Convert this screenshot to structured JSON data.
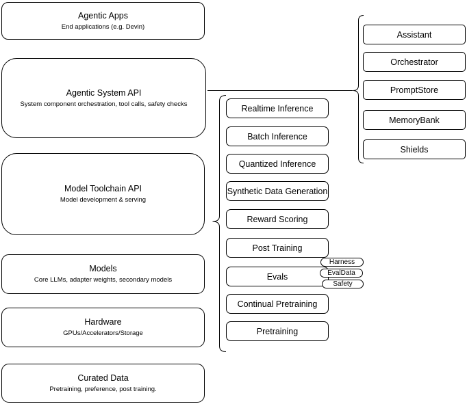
{
  "diagram": {
    "stack": [
      {
        "title": "Agentic Apps",
        "subtitle": "End applications (e.g. Devin)"
      },
      {
        "title": "Agentic System API",
        "subtitle": "System component orchestration, tool calls, safety checks"
      },
      {
        "title": "Model Toolchain API",
        "subtitle": "Model development & serving"
      },
      {
        "title": "Models",
        "subtitle": "Core LLMs, adapter weights, secondary models"
      },
      {
        "title": "Hardware",
        "subtitle": "GPUs/Accelerators/Storage"
      },
      {
        "title": "Curated Data",
        "subtitle": "Pretraining, preference, post training."
      }
    ],
    "toolchain_items": [
      "Realtime Inference",
      "Batch Inference",
      "Quantized Inference",
      "Synthetic Data Generation",
      "Reward Scoring",
      "Post Training",
      "Evals",
      "Continual Pretraining",
      "Pretraining"
    ],
    "eval_tags": [
      "Harness",
      "EvalData",
      "Safety"
    ],
    "system_components": [
      "Assistant",
      "Orchestrator",
      "PromptStore",
      "MemoryBank",
      "Shields"
    ],
    "colors": {
      "stroke": "#000000",
      "fill": "#ffffff",
      "text": "#000000"
    }
  }
}
